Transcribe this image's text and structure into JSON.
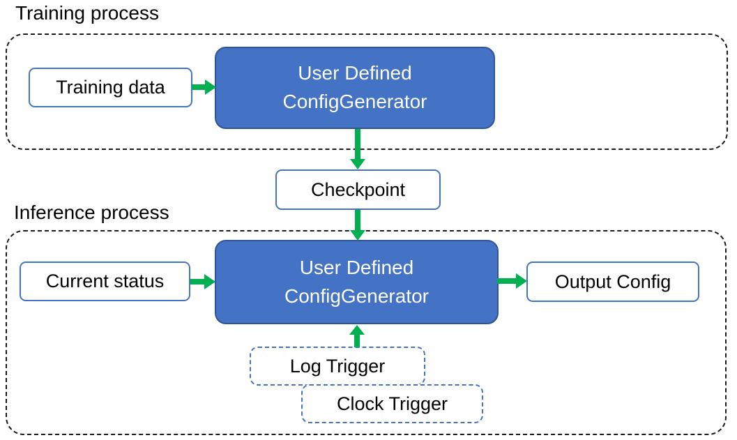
{
  "colors": {
    "generator_fill_blue": "#4472C4",
    "generator_border_blue": "#2F5597",
    "light_box_border_blue": "#4472C4",
    "arrow_green": "#00B050",
    "container_dash_black": "#1A1A1A",
    "text_dark": "#000000",
    "text_light": "#FFFFFF"
  },
  "training_section": {
    "label": "Training process",
    "training_data_box": "Training data",
    "generator_box": {
      "line1": "User Defined",
      "line2": "ConfigGenerator"
    }
  },
  "checkpoint_box": "Checkpoint",
  "inference_section": {
    "label": "Inference process",
    "current_status_box": "Current status",
    "generator_box": {
      "line1": "User Defined",
      "line2": "ConfigGenerator"
    },
    "output_config_box": "Output Config",
    "log_trigger_box": "Log Trigger",
    "clock_trigger_box": "Clock Trigger"
  },
  "connections": [
    {
      "from": "Training data",
      "to": "User Defined ConfigGenerator (training)"
    },
    {
      "from": "User Defined ConfigGenerator (training)",
      "to": "Checkpoint"
    },
    {
      "from": "Checkpoint",
      "to": "User Defined ConfigGenerator (inference)"
    },
    {
      "from": "Current status",
      "to": "User Defined ConfigGenerator (inference)"
    },
    {
      "from": "User Defined ConfigGenerator (inference)",
      "to": "Output Config"
    },
    {
      "from": "Log Trigger / Clock Trigger",
      "to": "User Defined ConfigGenerator (inference)"
    }
  ]
}
